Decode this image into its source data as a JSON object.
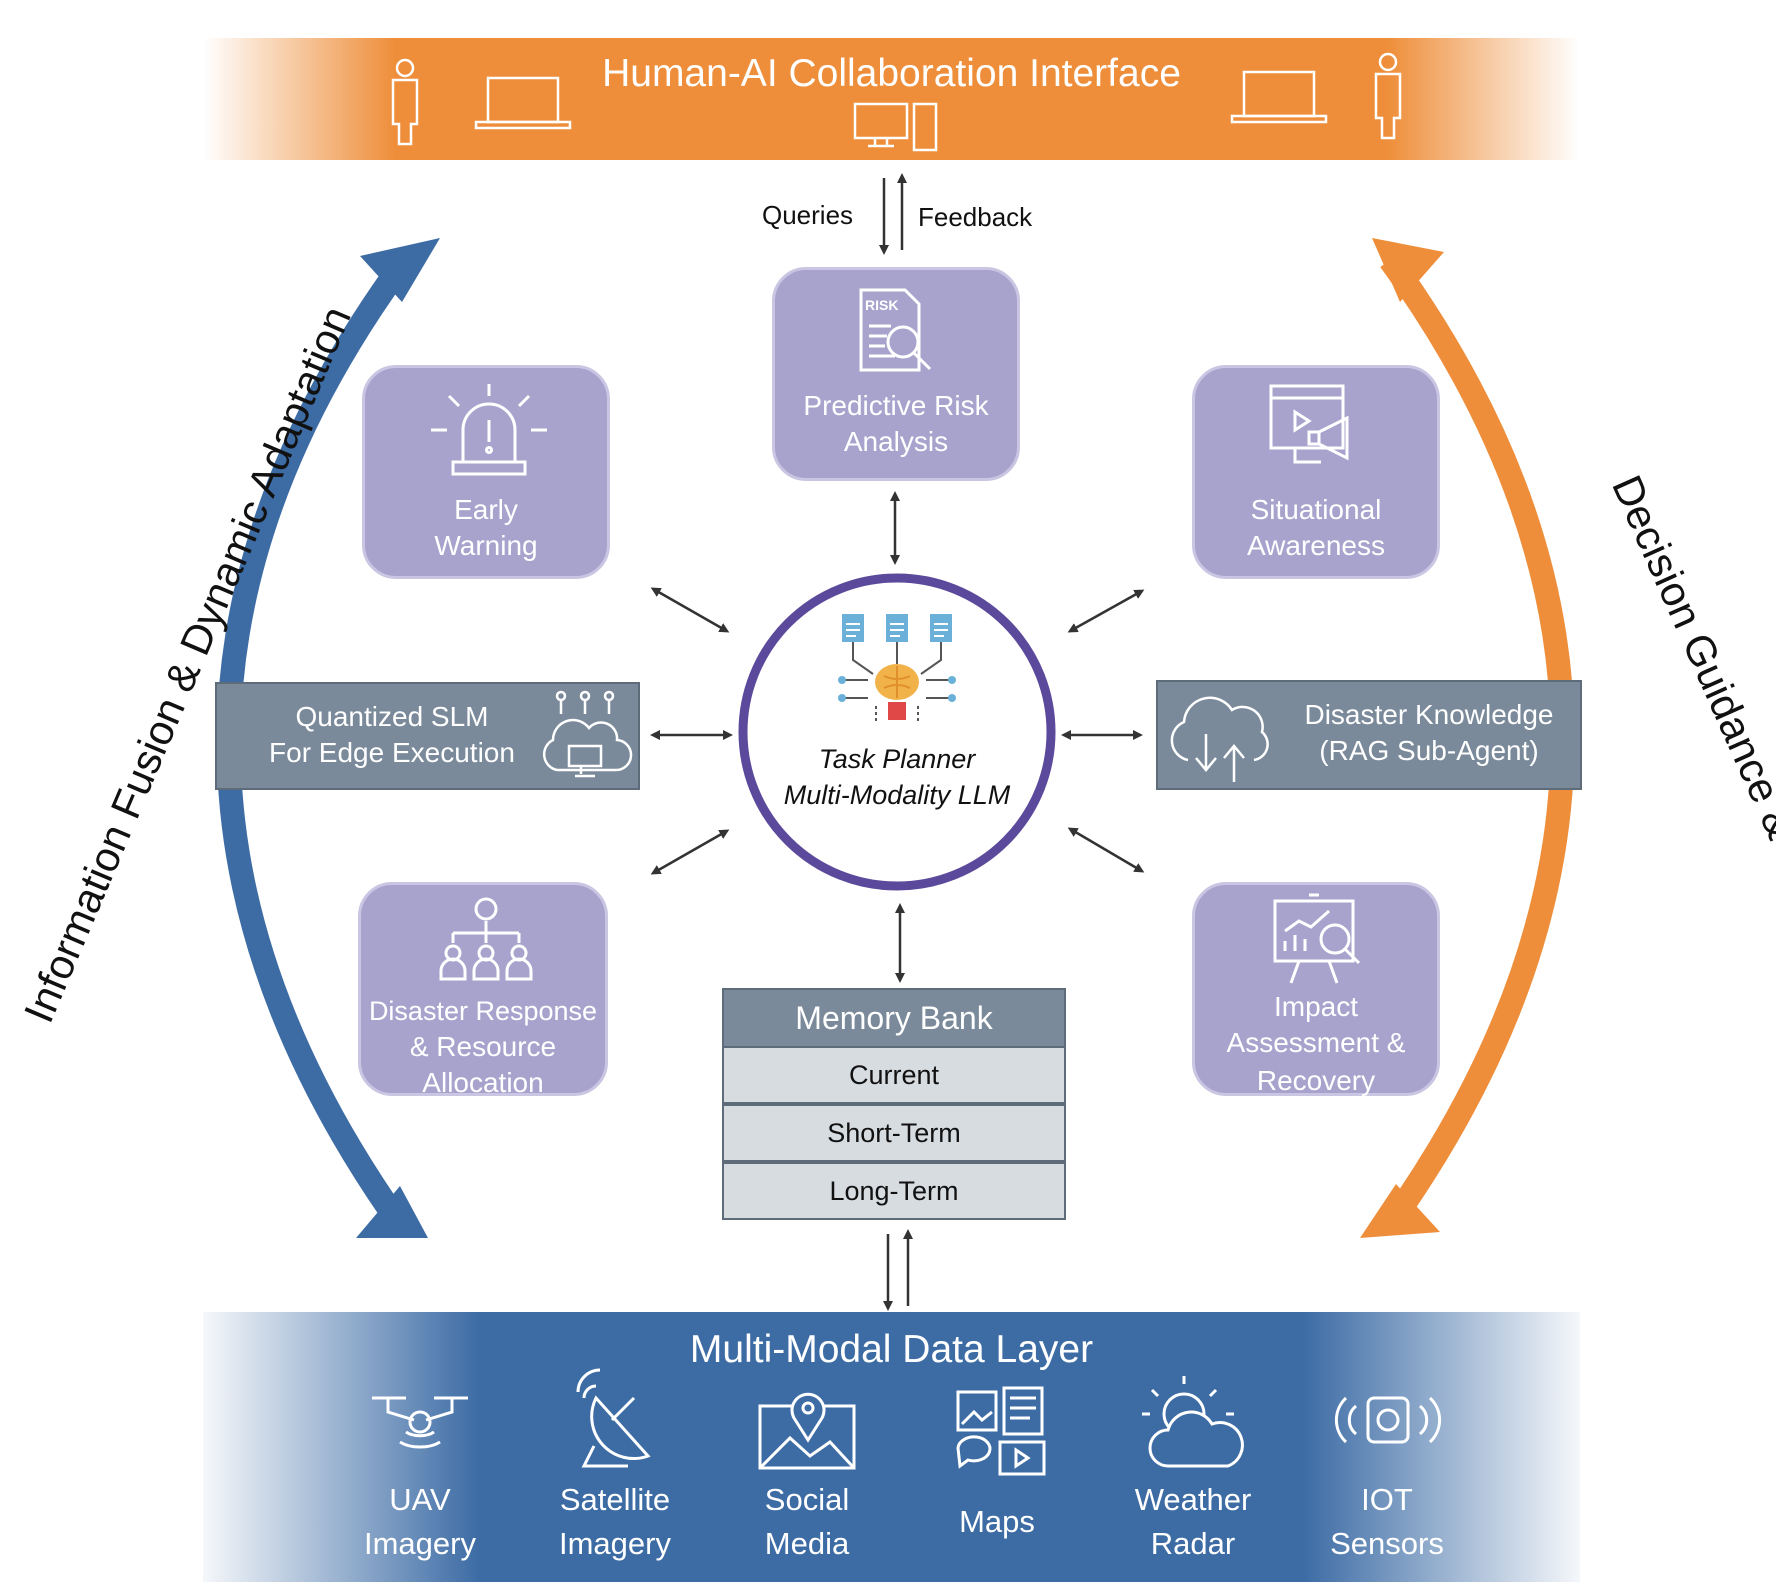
{
  "header": {
    "title": "Human-AI Collaboration Interface"
  },
  "links": {
    "queries": "Queries",
    "feedback": "Feedback"
  },
  "side_labels": {
    "left": "Information Fusion & Dynamic Adaptation",
    "right": "Decision Guidance & User Feedback"
  },
  "center": {
    "line1": "Task Planner",
    "line2": "Multi-Modality LLM"
  },
  "tiles": {
    "predictive": {
      "line1": "Predictive Risk",
      "line2": "Analysis",
      "icon_text": "RISK"
    },
    "early_warning": {
      "line1": "Early",
      "line2": "Warning"
    },
    "situational": {
      "line1": "Situational",
      "line2": "Awareness"
    },
    "disaster_response": {
      "line1": "Disaster Response",
      "line2": "& Resource",
      "line3": "Allocation"
    },
    "impact": {
      "line1": "Impact",
      "line2": "Assessment &",
      "line3": "Recovery"
    }
  },
  "bars": {
    "slm": {
      "line1": "Quantized SLM",
      "line2": "For Edge Execution"
    },
    "knowledge": {
      "line1": "Disaster Knowledge",
      "line2": "(RAG Sub-Agent)"
    }
  },
  "memory": {
    "title": "Memory Bank",
    "rows": [
      "Current",
      "Short-Term",
      "Long-Term"
    ]
  },
  "data_layer": {
    "title": "Multi-Modal Data Layer",
    "sources": [
      {
        "line1": "UAV",
        "line2": "Imagery",
        "icon": "drone-icon"
      },
      {
        "line1": "Satellite",
        "line2": "Imagery",
        "icon": "satellite-dish-icon"
      },
      {
        "line1": "Social",
        "line2": "Media",
        "icon": "map-pin-icon"
      },
      {
        "line1": "Maps",
        "line2": "",
        "icon": "media-grid-icon"
      },
      {
        "line1": "Weather",
        "line2": "Radar",
        "icon": "weather-icon"
      },
      {
        "line1": "IOT",
        "line2": "Sensors",
        "icon": "sensor-icon"
      }
    ]
  },
  "colors": {
    "orange": "#ee8e3a",
    "blue": "#3d6ca5",
    "purple_tile": "#a8a3cd",
    "circle": "#5b4a9b",
    "grey_bar": "#7a8a9a"
  }
}
